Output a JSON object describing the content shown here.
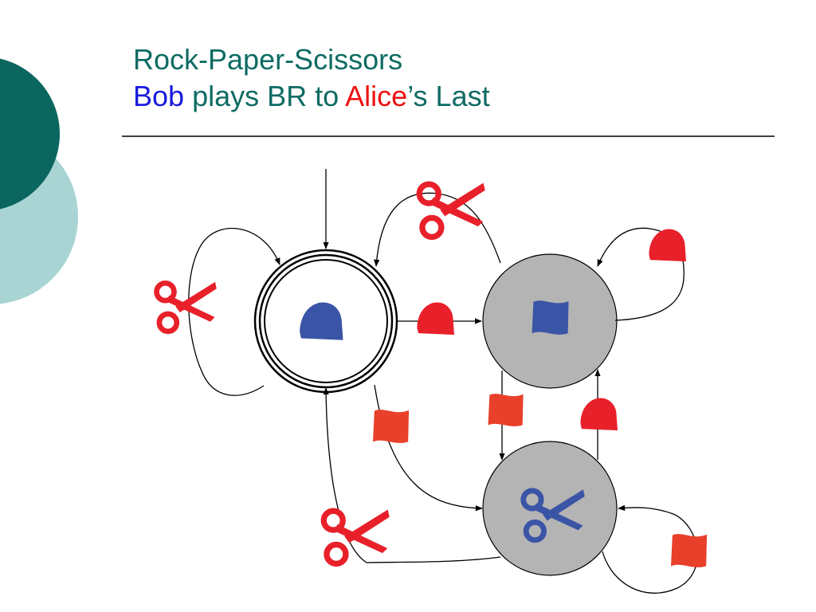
{
  "slide": {
    "title_line1": "Rock-Paper-Scissors",
    "title_line2": {
      "bob": "Bob",
      "mid": " plays BR to ",
      "alice": "Alice",
      "end": "’s Last"
    }
  },
  "colors": {
    "title": "#0e6b63",
    "bob": "#1a1adc",
    "alice": "#ee1111",
    "bob_move": "#3a55a6",
    "alice_rock": "#e8202a",
    "alice_paper": "#e8402a",
    "alice_scissors": "#e8202a",
    "state_fill": "#b4b4b4",
    "deco_dark": "#0b6660",
    "deco_light": "#a8d5d3"
  },
  "diagram": {
    "states": [
      {
        "name": "start",
        "bob_move": "rock",
        "accepting": true
      },
      {
        "name": "paper-state",
        "bob_move": "paper"
      },
      {
        "name": "scissors-state",
        "bob_move": "scissors"
      }
    ],
    "transitions": [
      {
        "from": "start",
        "to": "start",
        "alice": "scissors"
      },
      {
        "from": "start",
        "to": "paper-state",
        "alice": "rock"
      },
      {
        "from": "paper-state",
        "to": "start",
        "alice": "scissors"
      },
      {
        "from": "paper-state",
        "to": "paper-state",
        "alice": "rock"
      },
      {
        "from": "paper-state",
        "to": "scissors-state",
        "alice": "paper"
      },
      {
        "from": "scissors-state",
        "to": "paper-state",
        "alice": "rock"
      },
      {
        "from": "start",
        "to": "scissors-state",
        "alice": "paper"
      },
      {
        "from": "scissors-state",
        "to": "start",
        "alice": "scissors"
      },
      {
        "from": "scissors-state",
        "to": "scissors-state",
        "alice": "paper"
      }
    ]
  }
}
